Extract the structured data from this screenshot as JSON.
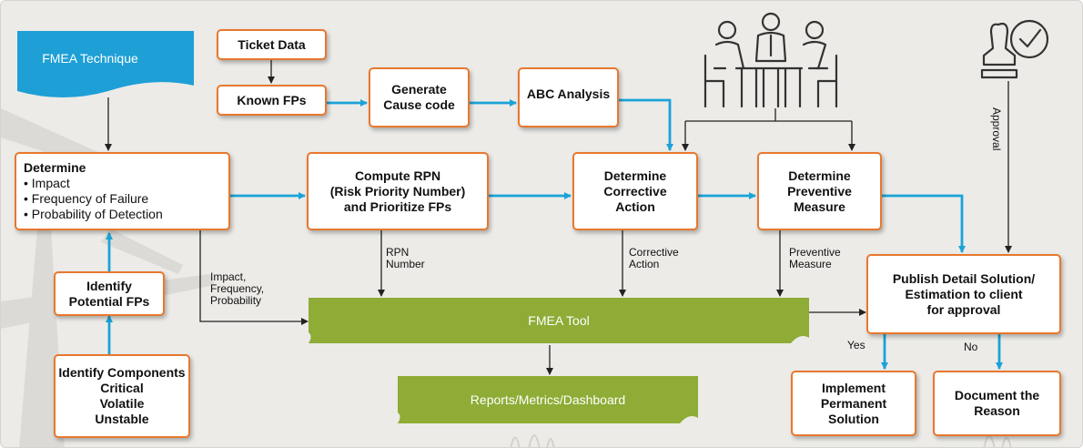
{
  "fmea_technique": "FMEA Technique",
  "ticket_data": "Ticket Data",
  "known_fps": "Known FPs",
  "generate_cause_code": [
    "Generate",
    "Cause code"
  ],
  "abc_analysis": "ABC Analysis",
  "determine": {
    "title": "Determine",
    "items": [
      "• Impact",
      "• Frequency of Failure",
      "• Probability of Detection"
    ]
  },
  "compute_rpn": [
    "Compute RPN",
    "(Risk Priority Number)",
    "and Prioritize FPs"
  ],
  "corrective_action_box": [
    "Determine",
    "Corrective",
    "Action"
  ],
  "preventive_measure_box": [
    "Determine",
    "Preventive",
    "Measure"
  ],
  "identify_potential": [
    "Identify",
    "Potential FPs"
  ],
  "identify_components": [
    "Identify Components",
    "Critical",
    "Volatile",
    "Unstable"
  ],
  "publish": [
    "Publish Detail Solution/",
    "Estimation to client",
    "for approval"
  ],
  "implement": [
    "Implement",
    "Permanent",
    "Solution"
  ],
  "document": [
    "Document the",
    "Reason"
  ],
  "fmea_tool": "FMEA Tool",
  "reports": "Reports/Metrics/Dashboard",
  "labels": {
    "impact_freq_prob": [
      "Impact,",
      "Frequency,",
      "Probability"
    ],
    "rpn_number": [
      "RPN",
      "Number"
    ],
    "corrective_action": [
      "Corrective",
      "Action"
    ],
    "preventive_measure": [
      "Preventive",
      "Measure"
    ],
    "approval": "Approval",
    "yes": "Yes",
    "no": "No"
  },
  "icons": [
    "meeting-people-icon",
    "approval-stamp-icon"
  ],
  "colors": {
    "box_border": "#e8782e",
    "arrow_blue": "#1aa3d8",
    "arrow_dark": "#222222",
    "tool_green": "#8eac36",
    "tech_blue": "#1e9fd6"
  }
}
